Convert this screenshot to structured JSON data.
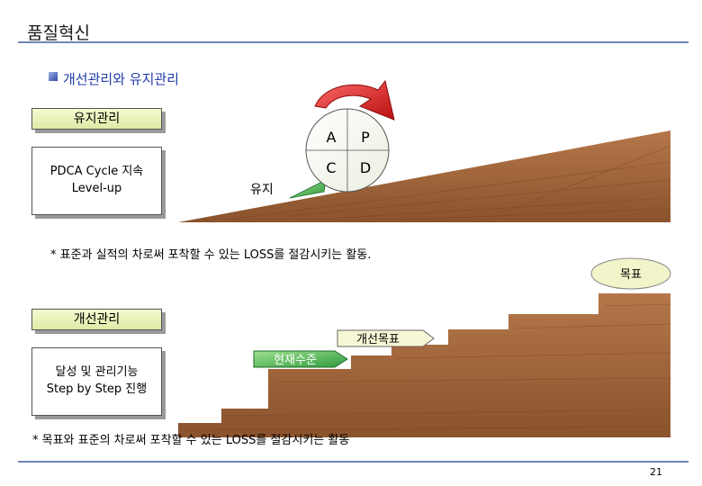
{
  "page": {
    "title": "품질혁신",
    "page_number": "21"
  },
  "section": {
    "heading": "개선관리와 유지관리"
  },
  "maintenance": {
    "label": "유지관리",
    "description_line1": "PDCA Cycle 지속",
    "description_line2": "Level-up",
    "wedge_label": "유지",
    "cycle": {
      "a": "A",
      "p": "P",
      "c": "C",
      "d": "D"
    },
    "note": "* 표준과 실적의 차로써 포착할 수 있는 LOSS를 절감시키는 활동."
  },
  "improvement": {
    "label": "개선관리",
    "description_line1": "달성 및 관리기능",
    "description_line2": "Step by Step 진행",
    "goal_label": "목표",
    "improvement_target_label": "개선목표",
    "current_level_label": "현재수준",
    "note": "* 목표와 표준의 차로써 포착할 수 있는 LOSS를 절감시키는 활동"
  },
  "colors": {
    "accent_blue": "#1f3aa8",
    "rule_blue": "#6f86b8",
    "label_yellow": "#eef5c4",
    "wood": "#a0643a",
    "green": "#3aa64a",
    "red_arrow": "#d81c1c"
  }
}
